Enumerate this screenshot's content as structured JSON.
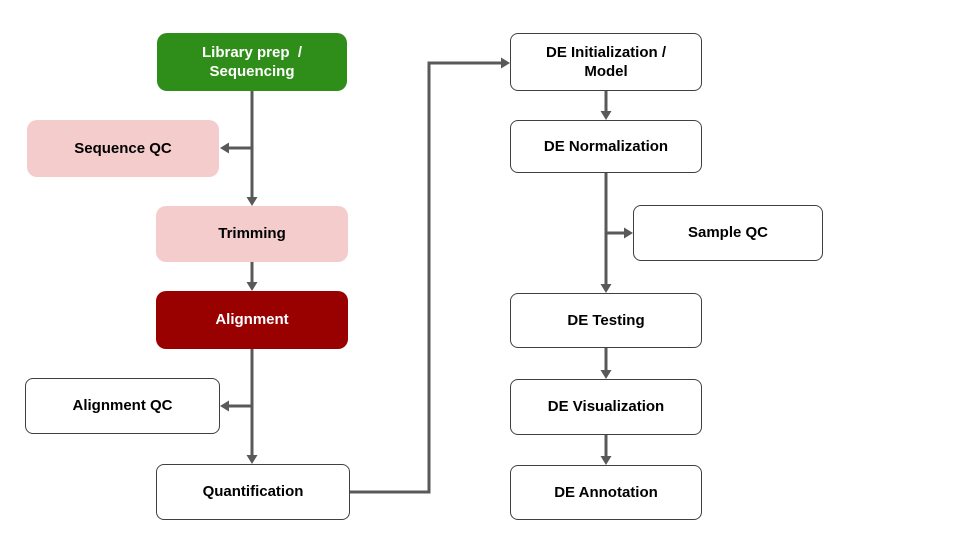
{
  "diagram": {
    "description": "RNA-seq analysis pipeline flowchart",
    "colors": {
      "green_fill": "#2f8e19",
      "pink_fill": "#f4cccc",
      "dark_red_fill": "#990000",
      "white_fill": "#ffffff",
      "light_text": "#ffffff",
      "dark_text": "#000000",
      "arrow": "#595959",
      "box_border": "#404040"
    },
    "nodes": {
      "library_prep": {
        "line1": "Library prep  /",
        "line2": "Sequencing"
      },
      "sequence_qc": {
        "label": "Sequence QC"
      },
      "trimming": {
        "label": "Trimming"
      },
      "alignment": {
        "label": "Alignment"
      },
      "alignment_qc": {
        "label": "Alignment QC"
      },
      "quantification": {
        "label": "Quantification"
      },
      "de_initialization": {
        "line1": "DE Initialization /",
        "line2": "Model"
      },
      "de_normalization": {
        "label": "DE Normalization"
      },
      "sample_qc": {
        "label": "Sample QC"
      },
      "de_testing": {
        "label": "DE Testing"
      },
      "de_visualization": {
        "label": "DE Visualization"
      },
      "de_annotation": {
        "label": "DE Annotation"
      }
    },
    "edges": [
      {
        "from": "library_prep",
        "to": "sequence_qc"
      },
      {
        "from": "library_prep",
        "to": "trimming"
      },
      {
        "from": "trimming",
        "to": "alignment"
      },
      {
        "from": "alignment",
        "to": "alignment_qc"
      },
      {
        "from": "alignment",
        "to": "quantification"
      },
      {
        "from": "quantification",
        "to": "de_initialization"
      },
      {
        "from": "de_initialization",
        "to": "de_normalization"
      },
      {
        "from": "de_normalization",
        "to": "sample_qc"
      },
      {
        "from": "de_normalization",
        "to": "de_testing"
      },
      {
        "from": "de_testing",
        "to": "de_visualization"
      },
      {
        "from": "de_visualization",
        "to": "de_annotation"
      }
    ]
  }
}
